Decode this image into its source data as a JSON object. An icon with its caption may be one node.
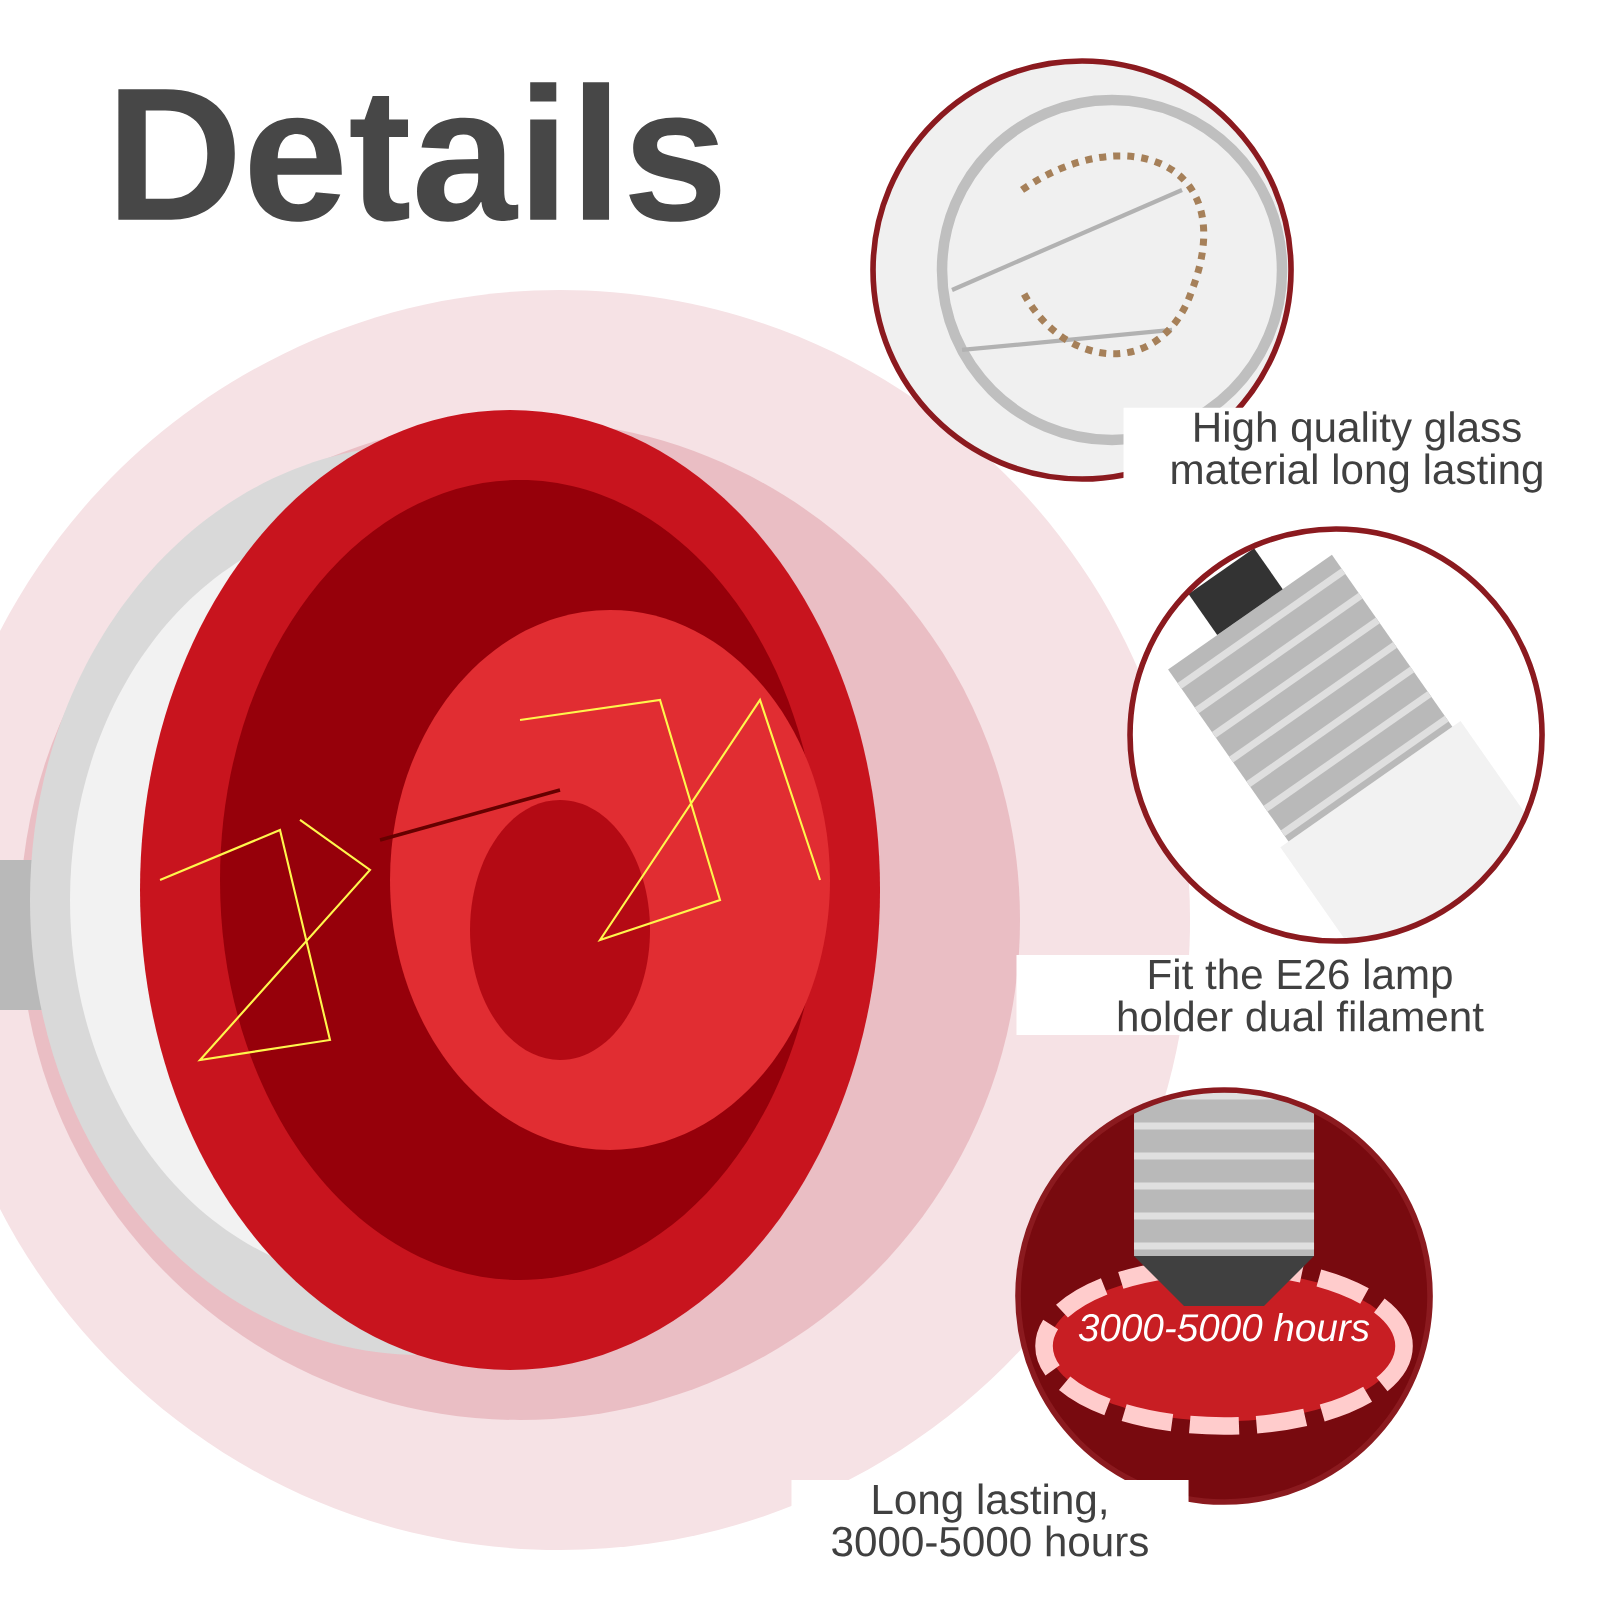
{
  "diagram": {
    "title": "Details",
    "nodes": [
      {
        "text": [],
        "shape": "picture"
      },
      {
        "text": [],
        "shape": "picture",
        "beside": [
          "High quality glass material long lasting"
        ]
      },
      {
        "text": [],
        "shape": "picture",
        "beside": [
          "Fit the E26 lamp holder dual filament"
        ]
      },
      {
        "text": [
          "3000-5000 hours"
        ],
        "beside": [
          "Long lasting, 3000-5000 hours"
        ]
      }
    ]
  }
}
